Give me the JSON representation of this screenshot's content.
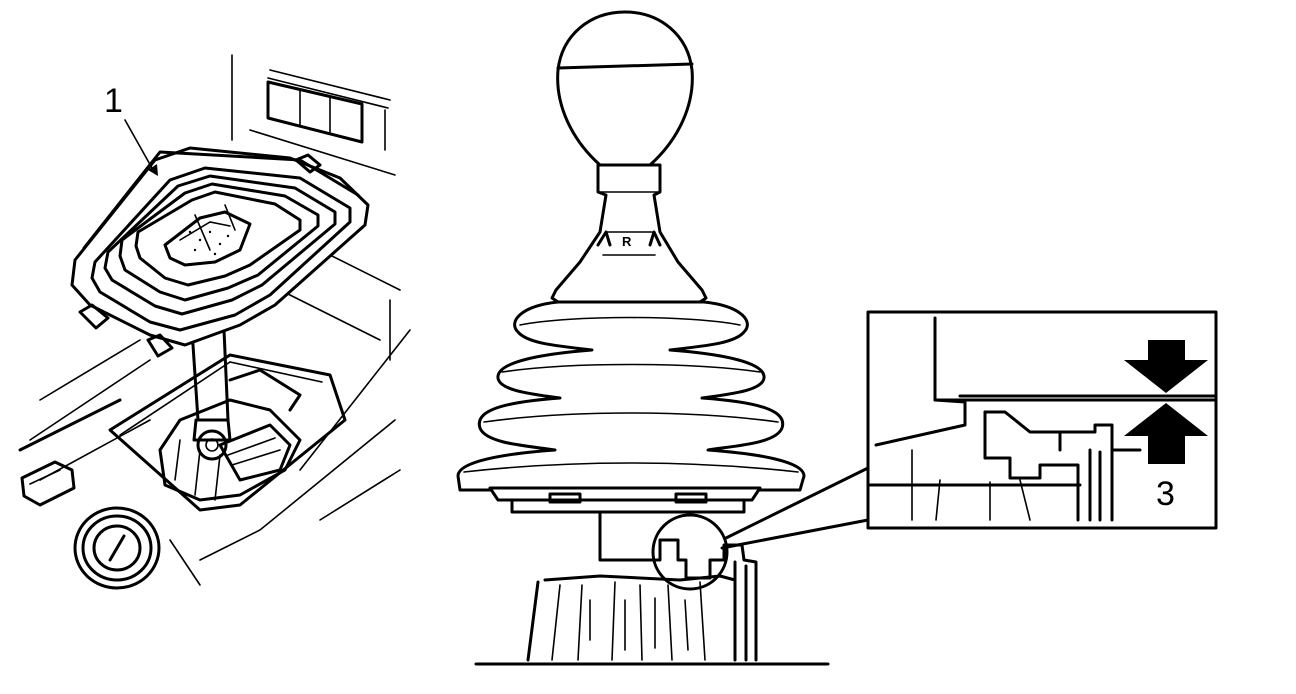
{
  "callouts": {
    "part_1": "1",
    "part_3": "3"
  },
  "gear_marking": "R"
}
